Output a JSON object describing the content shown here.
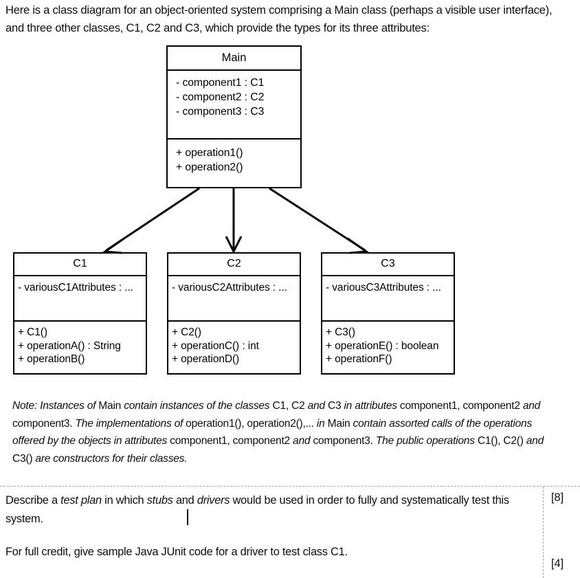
{
  "document": {
    "intro": "Here is a class diagram for an object-oriented system comprising a Main class (perhaps a visible user interface), and three other classes, C1, C2 and C3, which provide the types for its three attributes:"
  },
  "diagram": {
    "type": "uml-class-diagram",
    "relationship": "dependency",
    "classes": [
      {
        "id": "main",
        "name": "Main",
        "attributes": [
          "- component1  :  C1",
          "- component2  :  C2",
          "- component3  :  C3"
        ],
        "operations": [
          "+ operation1()",
          "+ operation2()"
        ]
      },
      {
        "id": "c1",
        "name": "C1",
        "attributes": [
          "- variousC1Attributes : ..."
        ],
        "operations": [
          "+ C1()",
          "+ operationA() : String",
          "+ operationB()"
        ]
      },
      {
        "id": "c2",
        "name": "C2",
        "attributes": [
          "- variousC2Attributes : ..."
        ],
        "operations": [
          "+ C2()",
          "+ operationC() : int",
          "+ operationD()"
        ]
      },
      {
        "id": "c3",
        "name": "C3",
        "attributes": [
          "- variousC3Attributes : ..."
        ],
        "operations": [
          "+ C3()",
          "+ operationE() : boolean",
          "+ operationF()"
        ]
      }
    ],
    "arrows": [
      {
        "name": "arrow-main-to-c1",
        "from": "Main",
        "to": "C1"
      },
      {
        "name": "arrow-main-to-c2",
        "from": "Main",
        "to": "C2"
      },
      {
        "name": "arrow-main-to-c3",
        "from": "Main",
        "to": "C3"
      }
    ]
  },
  "note": {
    "label": "Note:",
    "segments": [
      {
        "text": "Note:",
        "italic": true
      },
      {
        "text": "  ",
        "italic": false
      },
      {
        "text": "Instances of ",
        "italic": true
      },
      {
        "text": "Main ",
        "italic": false
      },
      {
        "text": "contain instances of the classes ",
        "italic": true
      },
      {
        "text": "C1, C2 ",
        "italic": false
      },
      {
        "text": "and ",
        "italic": true
      },
      {
        "text": "C3 ",
        "italic": false
      },
      {
        "text": "in attributes ",
        "italic": true
      },
      {
        "text": "component1, component2 ",
        "italic": false
      },
      {
        "text": "and ",
        "italic": true
      },
      {
        "text": "component3.  ",
        "italic": false
      },
      {
        "text": "The implementations of ",
        "italic": true
      },
      {
        "text": "operation1(), operation2(),... ",
        "italic": false
      },
      {
        "text": "in ",
        "italic": true
      },
      {
        "text": "Main ",
        "italic": false
      },
      {
        "text": "contain assorted calls of the operations offered by the objects in attributes ",
        "italic": true
      },
      {
        "text": "component1, component2 ",
        "italic": false
      },
      {
        "text": "and ",
        "italic": true
      },
      {
        "text": "component3.  ",
        "italic": false
      },
      {
        "text": "The public operations ",
        "italic": true
      },
      {
        "text": "C1(), C2() ",
        "italic": false
      },
      {
        "text": "and ",
        "italic": true
      },
      {
        "text": "C3() ",
        "italic": false
      },
      {
        "text": "are constructors for their classes.",
        "italic": true
      }
    ],
    "plain": "Note:  Instances of Main contain instances of the classes C1, C2 and C3 in attributes component1, component2 and component3.  The implementations of operation1(), operation2(),... in Main contain assorted calls of the operations offered by the objects in attributes component1, component2 and component3.  The public operations C1(), C2() and C3() are constructors for their classes."
  },
  "question": {
    "paragraph1_segments": [
      {
        "text": "Describe a ",
        "italic": false
      },
      {
        "text": "test plan ",
        "italic": true
      },
      {
        "text": "in which ",
        "italic": false
      },
      {
        "text": "stubs ",
        "italic": true
      },
      {
        "text": "and ",
        "italic": false
      },
      {
        "text": "drivers ",
        "italic": true
      },
      {
        "text": "would be used in order to fully and systematically test this system. ",
        "italic": false
      }
    ],
    "paragraph1_plain": "Describe a test plan in which stubs and drivers would be used in order to fully and systematically test this system.",
    "paragraph2": "For full credit, give sample Java JUnit code for a driver to test class C1.",
    "marks": [
      {
        "label": "[8]"
      },
      {
        "label": "[4]"
      }
    ]
  },
  "colors": {
    "ink": "#0d0d0d",
    "stroke": "#000000",
    "table_border": "#8ea9c1",
    "page": "#ffffff"
  }
}
